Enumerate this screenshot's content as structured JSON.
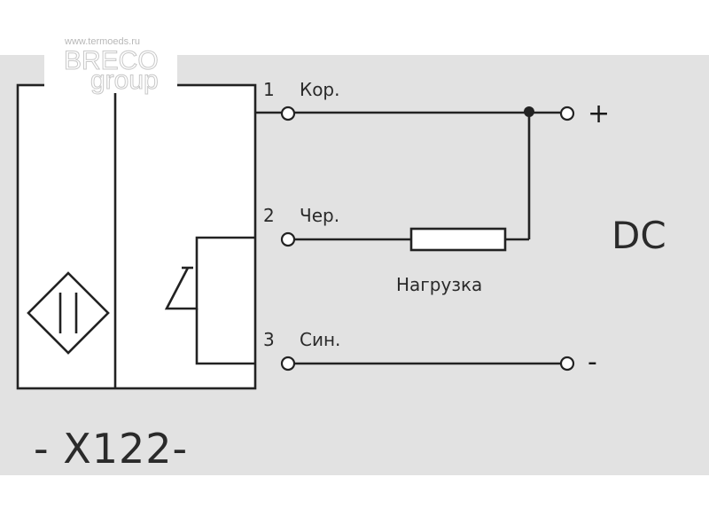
{
  "watermark": {
    "url": "www.termoeds.ru",
    "logo_top": "BRECO",
    "logo_bottom": "group"
  },
  "terminals": [
    {
      "number": "1",
      "label": "Кор.",
      "sign": "+"
    },
    {
      "number": "2",
      "label": "Чер.",
      "sign": ""
    },
    {
      "number": "3",
      "label": "Син.",
      "sign": "-"
    }
  ],
  "load_label": "Нагрузка",
  "supply_label": "DC",
  "model_label": "- X122-"
}
